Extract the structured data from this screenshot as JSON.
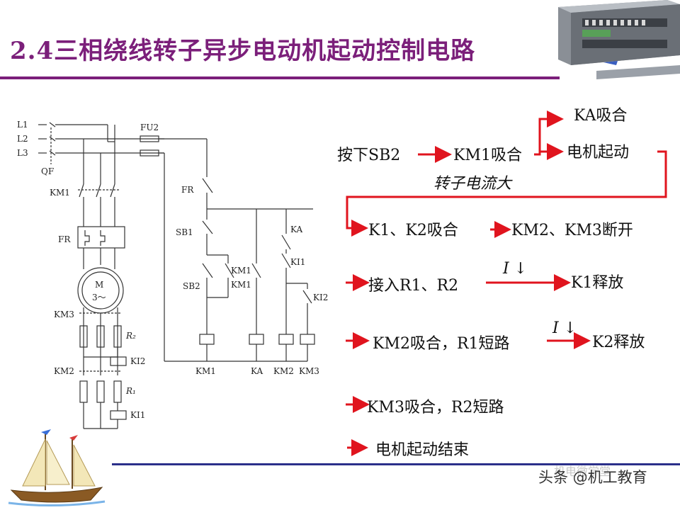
{
  "title": "2.4三相绕线转子异步电动机起动控制电路",
  "circuit": {
    "labels": {
      "L1": "L1",
      "L2": "L2",
      "L3": "L3",
      "QF": "QF",
      "FU2": "FU2",
      "KM1_main": "KM1",
      "FR_main": "FR",
      "motor_M": "M",
      "motor_phase": "3～",
      "KM3": "KM3",
      "R2": "R₂",
      "KI2_coil_label": "KI2",
      "KM2": "KM2",
      "R1": "R₁",
      "KI1_coil_label": "KI1",
      "FR_contact": "FR",
      "SB1": "SB1",
      "SB2": "SB2",
      "KM1_aux1": "KM1",
      "KM1_aux2": "KM1",
      "KA_contact": "KA",
      "KI1_contact": "KI1",
      "KI2_contact": "KI2",
      "coil_KM1": "KM1",
      "coil_KA": "KA",
      "coil_KM2": "KM2",
      "coil_KM3": "KM3"
    }
  },
  "flow": {
    "press_sb2": "按下SB2",
    "km1_close": "KM1吸合",
    "ka_close": "KA吸合",
    "motor_start": "电机起动",
    "rotor_current": "转子电流大",
    "k1k2_close": "K1、K2吸合",
    "km2km3_open": "KM2、KM3断开",
    "connect_r": "接入R1、R2",
    "current_down_1": "I ↓",
    "k1_release": "K1释放",
    "km2_close": "KM2吸合，R1短路",
    "current_down_2": "I ↓",
    "k2_release": "K2释放",
    "km3_close": "KM3吸合，R2短路",
    "motor_done": "电机起动结束",
    "arrow_color": "#e0141e",
    "italic_color": "#2b3f9a"
  },
  "watermark": "头条 @机工教育",
  "watermark_faint": "机电微学堂"
}
